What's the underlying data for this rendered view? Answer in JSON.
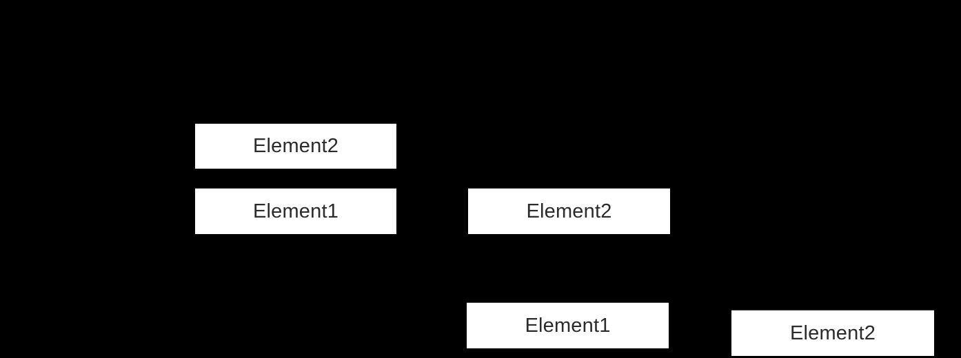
{
  "diagram": {
    "stacks": [
      {
        "elements": [
          {
            "label": "Element2"
          },
          {
            "label": "Element1"
          }
        ]
      },
      {
        "elements": [
          {
            "label": "Element2"
          },
          {
            "label": "Element1"
          }
        ]
      },
      {
        "elements": [
          {
            "label": "Element2"
          }
        ]
      }
    ]
  },
  "colors": {
    "background": "#000000",
    "box_fill": "#ffffff",
    "box_text": "#2b2b2b"
  }
}
